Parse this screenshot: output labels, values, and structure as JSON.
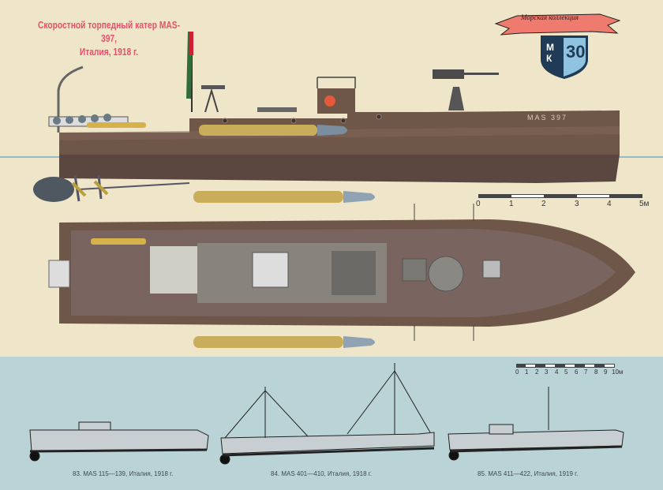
{
  "title": {
    "line1": "Скоростной торпедный катер MAS-397,",
    "line2": "Италия, 1918 г."
  },
  "logo": {
    "banner_text": "Морская коллекция",
    "letters": "МК",
    "number": "30"
  },
  "hull_marking": "MAS 397",
  "scale_main": {
    "ticks": [
      "0",
      "1",
      "2",
      "3",
      "4",
      "5м"
    ]
  },
  "scale_small": {
    "ticks": [
      "0",
      "1",
      "2",
      "3",
      "4",
      "5",
      "6",
      "7",
      "8",
      "9",
      "10м"
    ]
  },
  "captions": [
    "83. MAS 115—139, Италия, 1918 г.",
    "84. MAS 401—410, Италия, 1918 г.",
    "85. MAS 411—422, Италия, 1919 г."
  ],
  "colors": {
    "paper": "#efe5c8",
    "sea_band": "#b9d3d6",
    "hull": "#6e5648",
    "deck": "#7a6460",
    "torpedo": "#c9ad5a",
    "title": "#e8506e"
  }
}
